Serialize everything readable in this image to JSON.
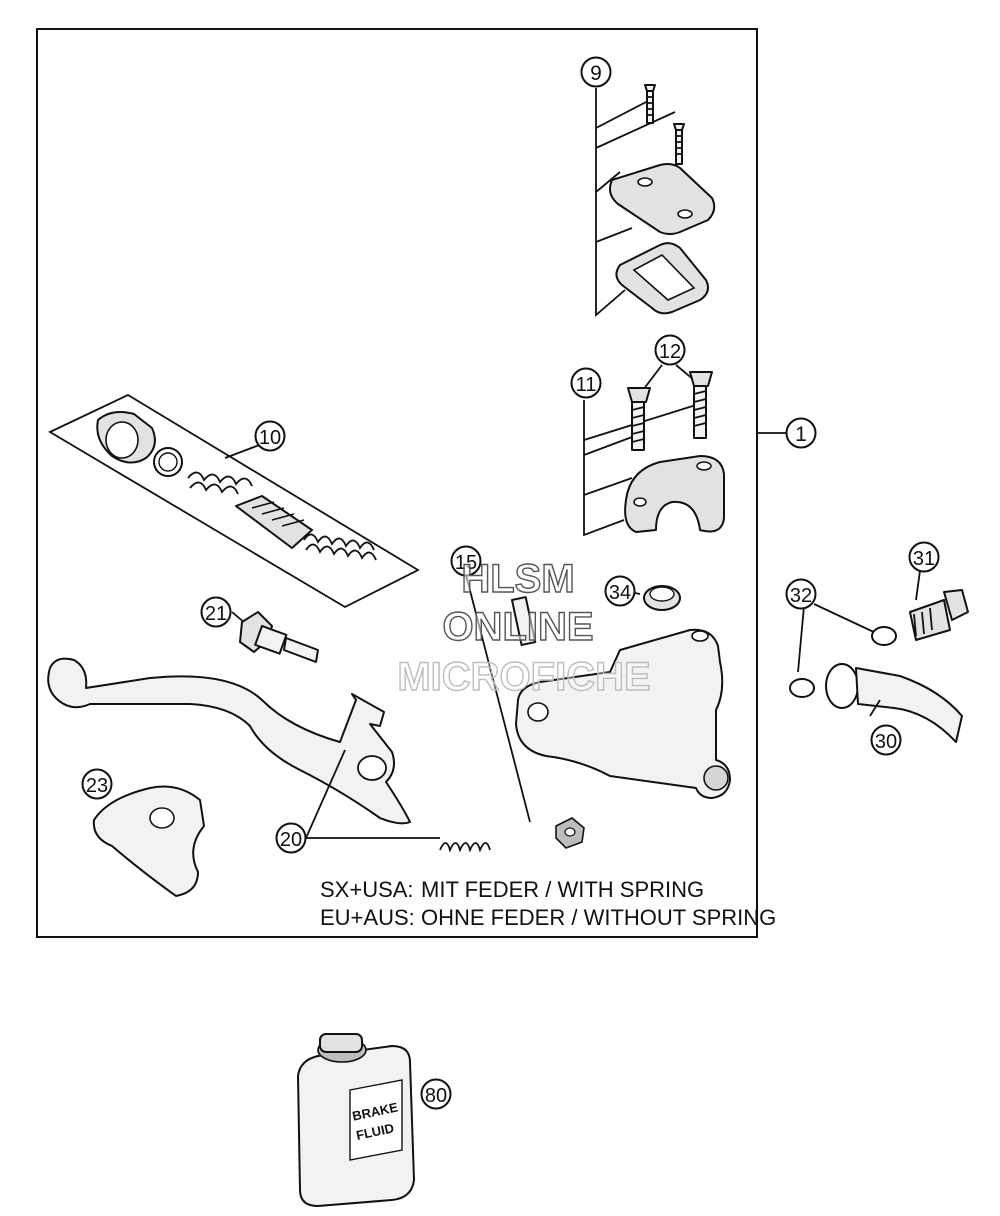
{
  "callouts": [
    {
      "id": "c1",
      "label": "1"
    },
    {
      "id": "c9",
      "label": "9"
    },
    {
      "id": "c10",
      "label": "10"
    },
    {
      "id": "c11",
      "label": "11"
    },
    {
      "id": "c12",
      "label": "12"
    },
    {
      "id": "c15",
      "label": "15"
    },
    {
      "id": "c20",
      "label": "20"
    },
    {
      "id": "c21",
      "label": "21"
    },
    {
      "id": "c23",
      "label": "23"
    },
    {
      "id": "c30",
      "label": "30"
    },
    {
      "id": "c31",
      "label": "31"
    },
    {
      "id": "c32",
      "label": "32"
    },
    {
      "id": "c34",
      "label": "34"
    },
    {
      "id": "c80",
      "label": "80"
    }
  ],
  "legend": {
    "line1_region": "SX+USA:",
    "line1_text": "MIT FEDER / WITH SPRING",
    "line2_region": "EU+AUS:",
    "line2_text": "OHNE FEDER / WITHOUT SPRING"
  },
  "can": {
    "line1": "BRAKE",
    "line2": "FLUID"
  },
  "watermark": {
    "line1": "HLSM",
    "line2": "ONLINE",
    "line3": "MICROFICHE"
  }
}
